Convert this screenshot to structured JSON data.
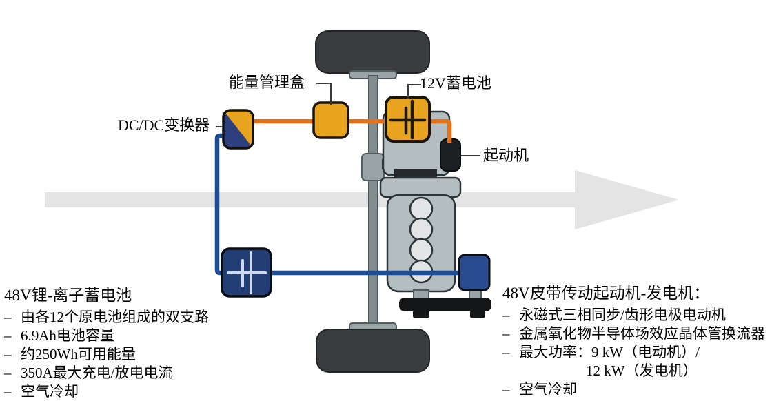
{
  "diagram": {
    "component_labels": {
      "energy_management_box": "能量管理盒",
      "battery_12v": "12V蓄电池",
      "dcdc_converter": "DC/DC变换器",
      "starter": "起动机"
    },
    "icon_names": [
      "front-wheel-icon",
      "rear-wheel-icon",
      "driveshaft-icon",
      "engine-block-icon",
      "cylinder-icon",
      "belt-drive-icon",
      "starter-icon",
      "battery-symbol-icon",
      "flow-arrow-icon",
      "dcdc-converter-icon",
      "energy-management-box-icon",
      "battery-12v-icon",
      "battery-48v-icon",
      "starter-generator-icon"
    ],
    "colors": {
      "component_orange": "#e8a41f",
      "wire_orange": "#e0721c",
      "component_navy": "#233d75",
      "generator_navy": "#2b4b90",
      "wire_blue": "#1d4d96",
      "battery_symbol_light": "#ccd9ee",
      "battery_symbol_dark": "#241a04",
      "chassis_gray": "#b4bdc0",
      "shaft_gray": "#818c8f",
      "tire_dark": "#3a3d3f",
      "arrow_gray": "#e4e4e4"
    }
  },
  "left_panel": {
    "title": "48V锂-离子蓄电池",
    "items": [
      "由各12个原电池组成的双支路",
      "6.9Ah电池容量",
      "约250Wh可用能量",
      "350A最大充电/放电电流",
      "空气冷却"
    ]
  },
  "right_panel": {
    "title": "48V皮带传动起动机-发电机：",
    "items": [
      "永磁式三相同步/齿形电极电动机",
      "金属氧化物半导体场效应晶体管换流器",
      "最大功率：9 kW（电动机）/",
      "12 kW（发电机）",
      "空气冷却"
    ]
  },
  "bullets": {
    "dash": "–"
  }
}
